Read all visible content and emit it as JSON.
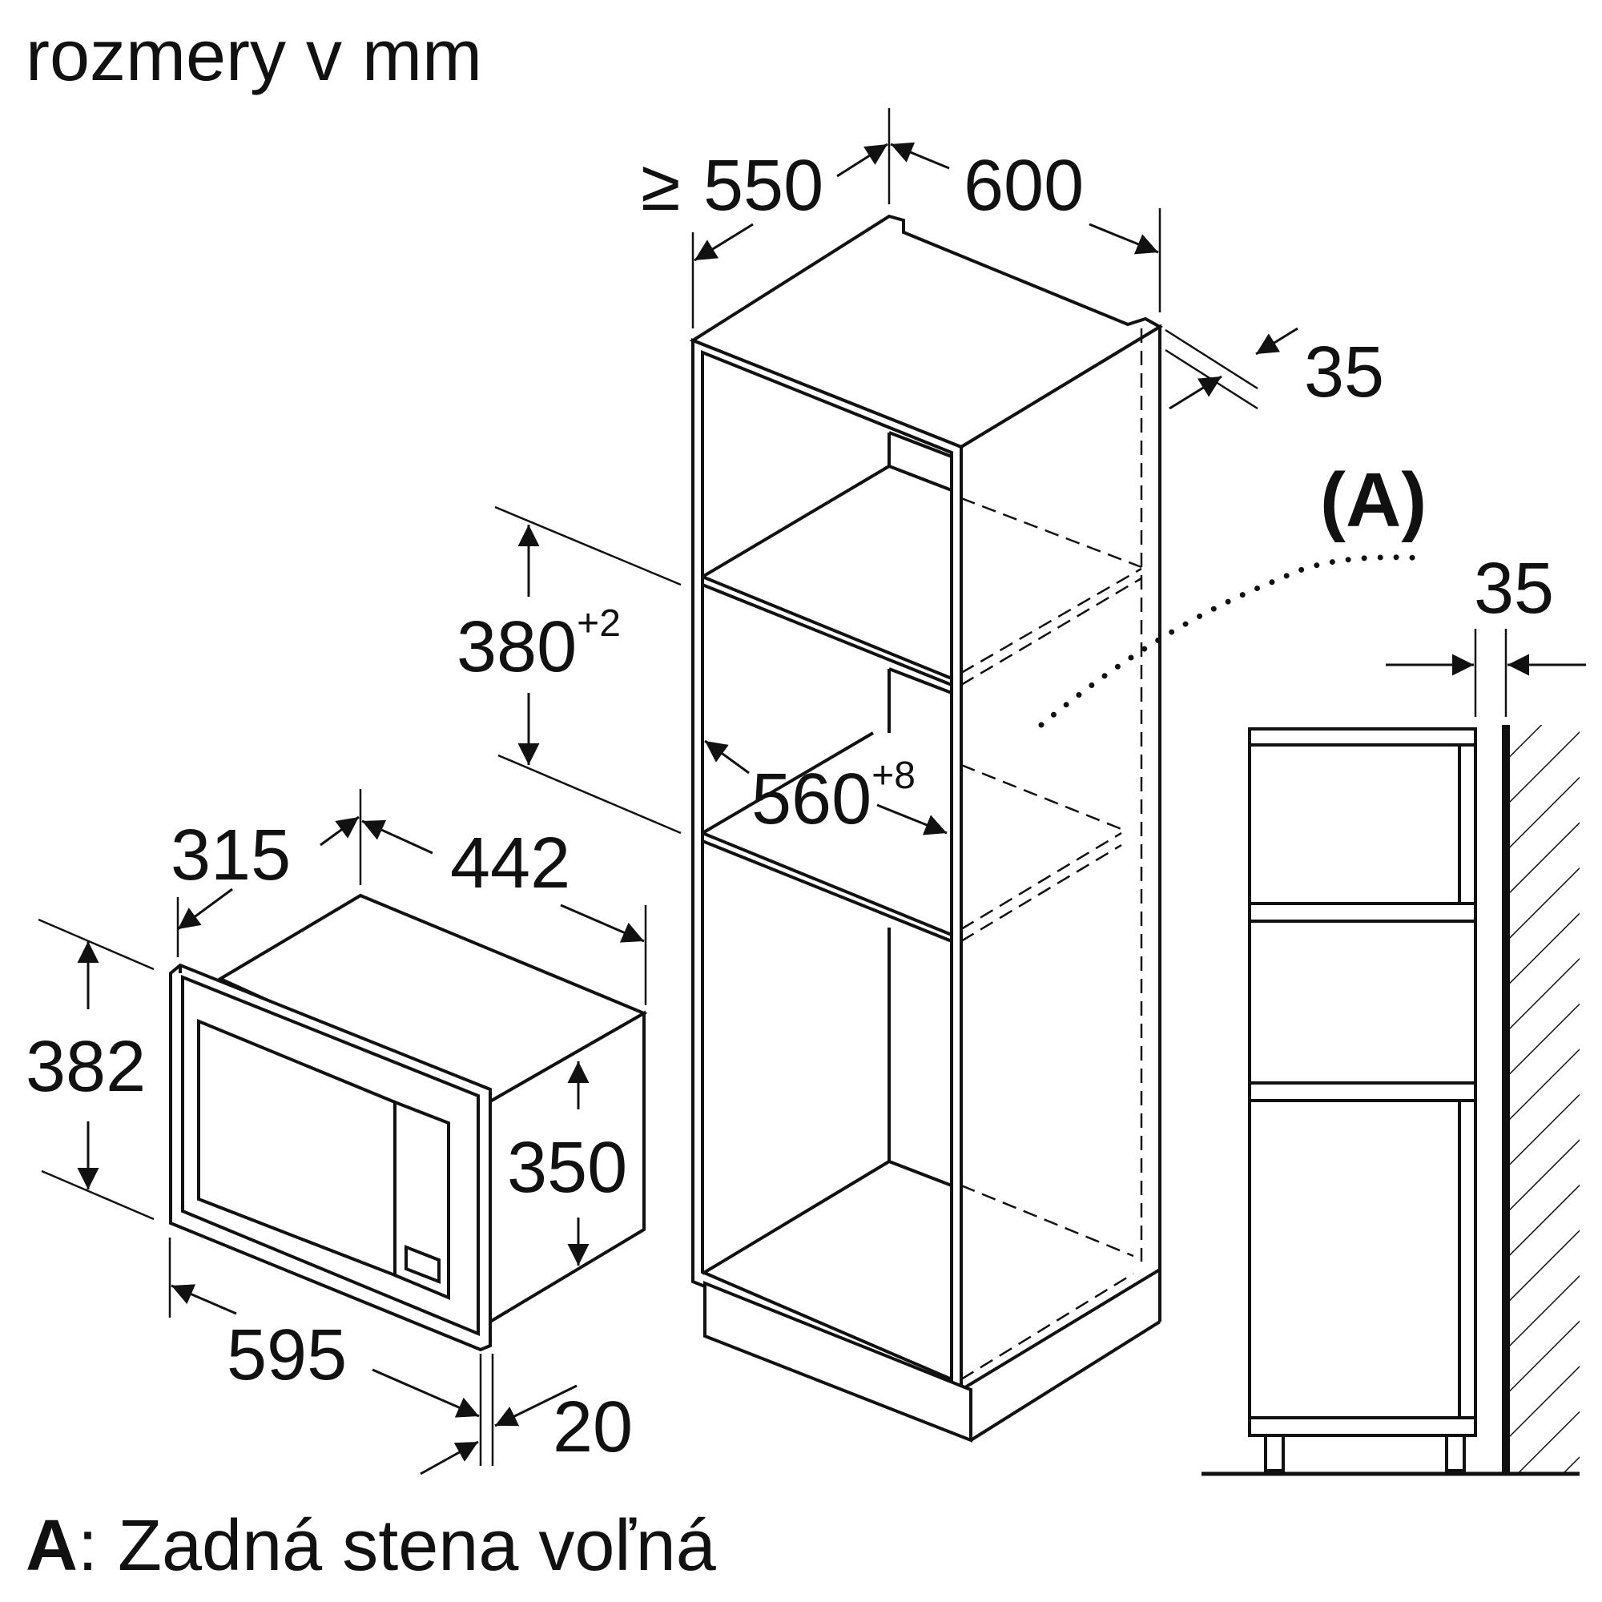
{
  "header": {
    "title": "rozmery v mm"
  },
  "microwave": {
    "depth": "315",
    "width_top": "442",
    "height_total": "382",
    "height_body": "350",
    "width_front": "595",
    "frame_thickness": "20"
  },
  "cabinet": {
    "min_depth_prefix": "≥",
    "min_depth": "550",
    "width": "600",
    "back_gap": "35",
    "niche_height": "380",
    "niche_height_tol": "+2",
    "niche_width": "560",
    "niche_width_tol": "+8"
  },
  "side_view": {
    "detail_label": "(A)",
    "wall_gap": "35"
  },
  "footer": {
    "key": "A",
    "text": ": Zadná stena voľná"
  },
  "colors": {
    "line": "#111111",
    "background": "#ffffff"
  }
}
